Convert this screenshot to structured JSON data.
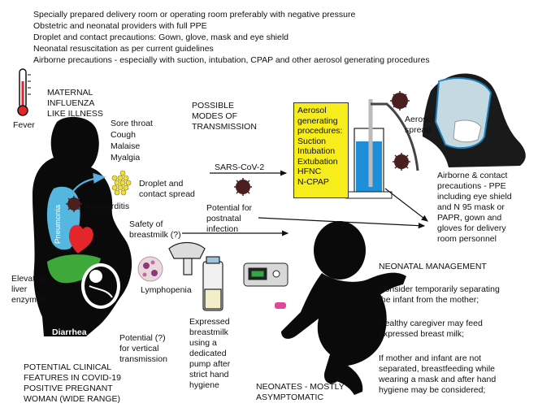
{
  "header_lines": [
    "Specially prepared delivery room or operating room preferably with negative pressure",
    "Obstetric and neonatal providers with full PPE",
    "Droplet and contact precautions: Gown, glove, mask and eye shield",
    "Neonatal resuscitation as per current guidelines",
    "Airborne precautions - especially with suction, intubation, CPAP and other aerosol generating procedures"
  ],
  "maternal": {
    "title": [
      "MATERNAL",
      "INFLUENZA",
      "LIKE ILLNESS"
    ],
    "fever": "Fever",
    "symptoms": [
      "Sore throat",
      "Cough",
      "Malaise",
      "Myalgia"
    ],
    "pneumonia": "Pneumonia",
    "myocarditis": "Myocarditis",
    "elevated_liver": [
      "Elevated",
      "liver",
      "enzymes"
    ],
    "lymphopenia": "Lymphopenia",
    "diarrhea": "Diarrhea",
    "vertical": [
      "Potential (?)",
      "for vertical",
      "transmission"
    ],
    "breastmilk_safety": [
      "Safety of",
      "breastmilk (?)"
    ],
    "features_title": [
      "POTENTIAL CLINICAL",
      "FEATURES IN COVID-19",
      "POSITIVE PREGNANT",
      "WOMAN (WIDE RANGE)"
    ]
  },
  "transmission": {
    "title": [
      "POSSIBLE",
      "MODES OF",
      "TRANSMISSION"
    ],
    "virus": "SARS-CoV-2",
    "droplet": [
      "Droplet and",
      "contact spread"
    ],
    "postnatal": [
      "Potential for",
      "postnatal",
      "infection"
    ],
    "aerosol_spread": [
      "Aerosol",
      "spread"
    ]
  },
  "aerosol_box": [
    "Aerosol",
    "generating",
    "procedures:",
    "Suction",
    "Intubation",
    "Extubation",
    "HFNC",
    "N-CPAP"
  ],
  "airborne": [
    "Airborne & contact",
    "precautions - PPE",
    "including eye shield",
    "and N 95 mask or",
    "PAPR, gown and",
    "gloves for delivery",
    "room personnel"
  ],
  "expressed": [
    "Expressed",
    "breastmilk",
    "using a",
    "dedicated",
    "pump after",
    "strict hand",
    "hygiene"
  ],
  "neonates": [
    "NEONATES - MOSTLY",
    "ASYMPTOMATIC"
  ],
  "neonatal_management": {
    "title": "NEONATAL MANAGEMENT",
    "p1": [
      "Consider temporarily separating",
      "the infant from the mother;"
    ],
    "p2": [
      "Healthy caregiver may feed",
      "expressed breast milk;"
    ],
    "p3": [
      "If mother and infant are not",
      "separated,  breastfeeding while",
      "wearing a mask and after hand",
      "hygiene may be considered;"
    ]
  },
  "colors": {
    "aerosol_box": "#f7ec1c",
    "arrow_blue": "#5aaee0",
    "lung_blue": "#55b7e0",
    "heart_red": "#e4262b",
    "liver_green": "#3ea83a",
    "virus": "#4a1f1f"
  }
}
